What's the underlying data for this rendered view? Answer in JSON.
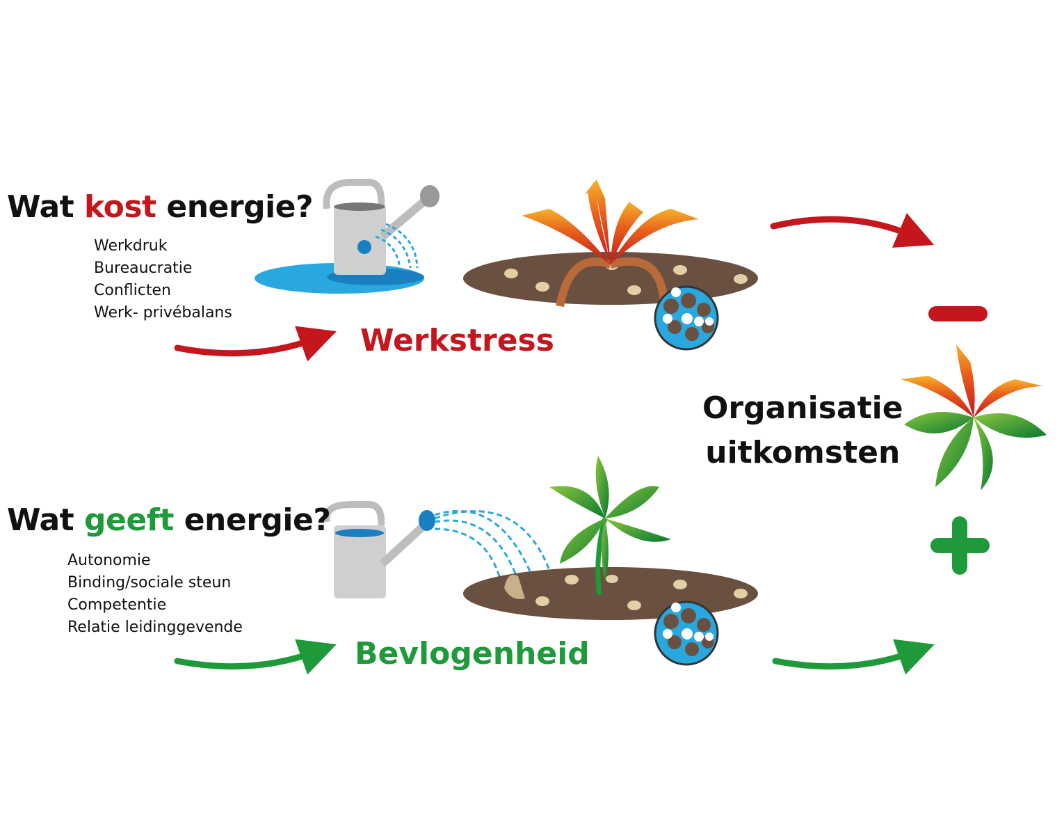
{
  "top": {
    "heading": {
      "prefix": "Wat ",
      "keyword": "kost",
      "suffix": " energie?"
    },
    "items": [
      "Werkdruk",
      "Bureaucratie",
      "Conflicten",
      "Werk- privébalans"
    ],
    "result": "Werkstress",
    "sign": "minus"
  },
  "bottom": {
    "heading": {
      "prefix": "Wat ",
      "keyword": "geeft",
      "suffix": " energie?"
    },
    "items": [
      "Autonomie",
      "Binding/sociale steun",
      "Competentie",
      "Relatie leidinggevende"
    ],
    "result": "Bevlogenheid",
    "sign": "plus"
  },
  "outcome": {
    "line1": "Organisatie",
    "line2": "uitkomsten"
  },
  "colors": {
    "negative": "#c4161c",
    "positive": "#1e9a3a",
    "soil": "#6a5040",
    "water": "#29a8e0"
  }
}
